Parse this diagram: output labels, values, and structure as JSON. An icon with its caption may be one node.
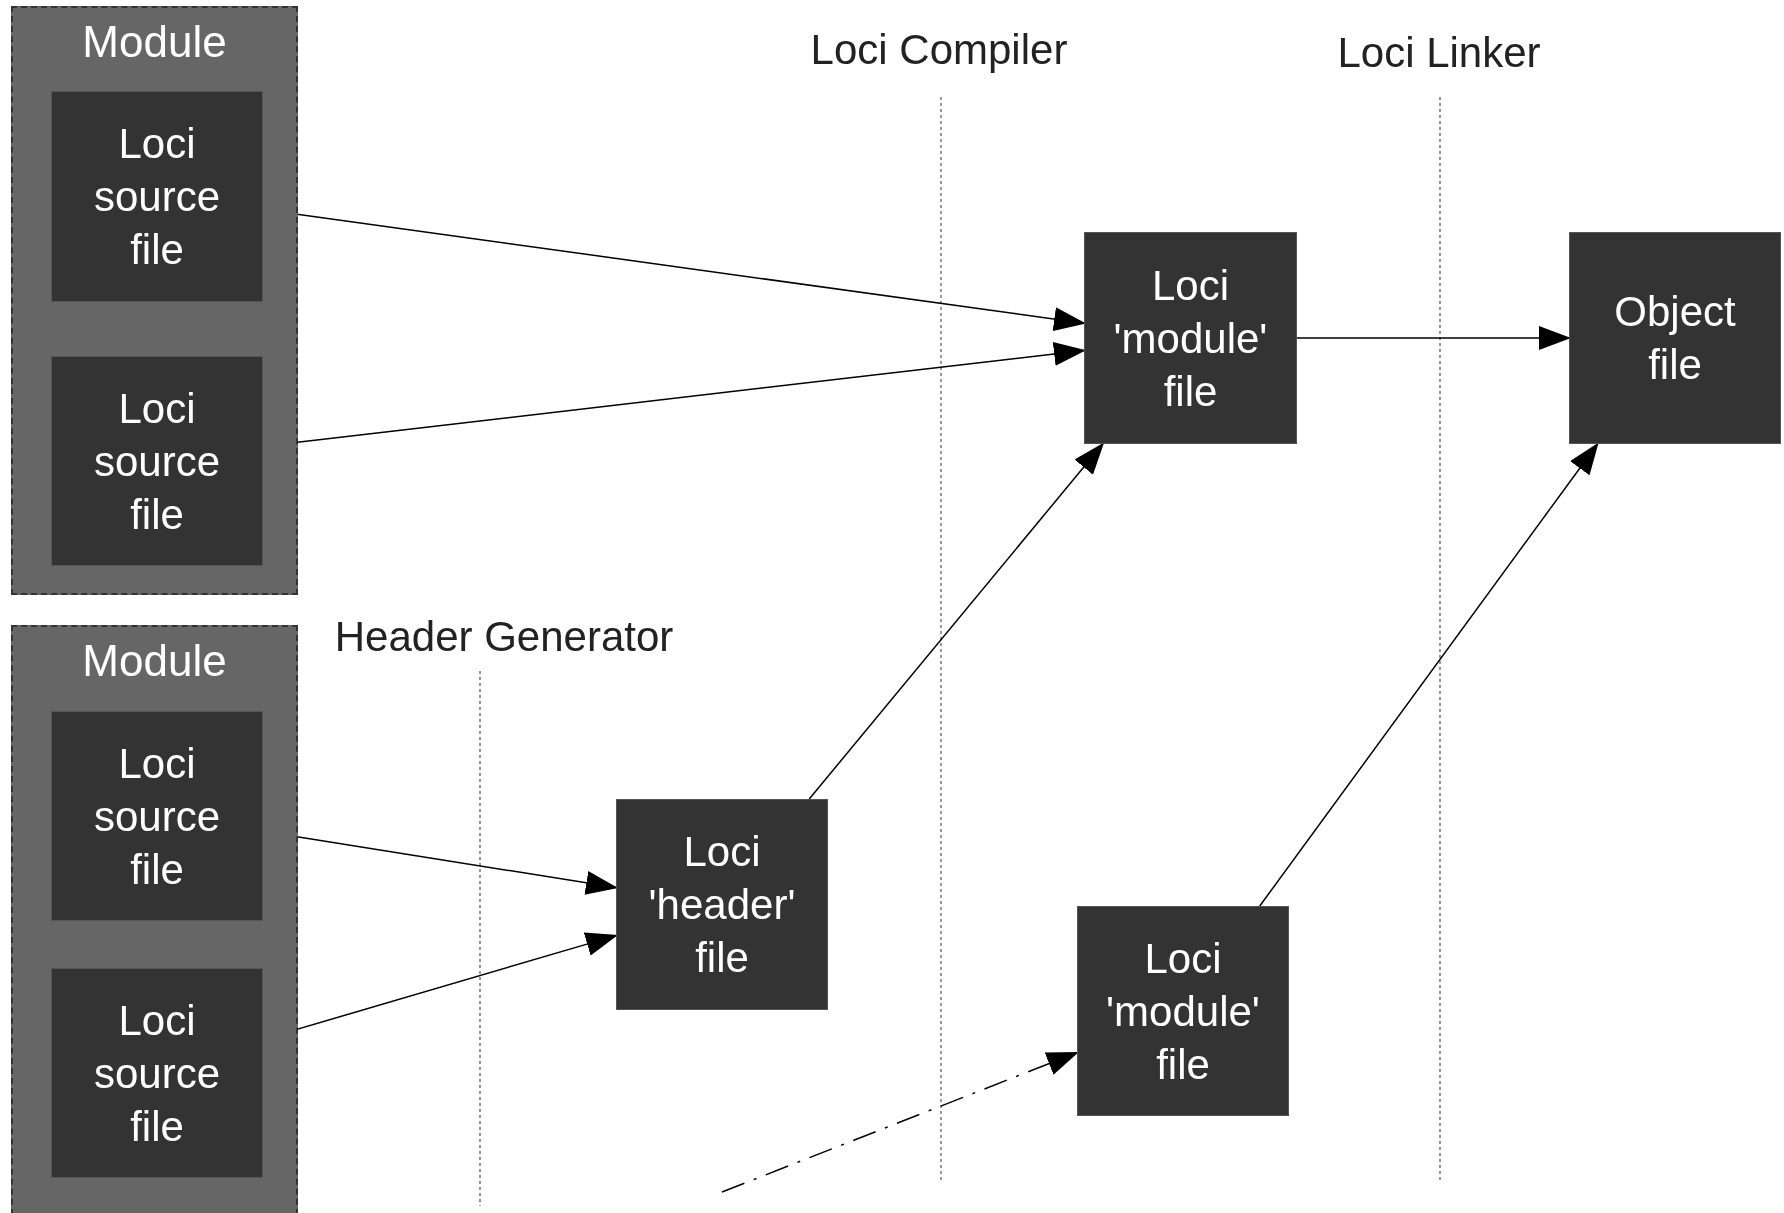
{
  "diagram": {
    "nodes": [
      {
        "text": [
          "Module"
        ]
      },
      {
        "text": [
          "Loci source file"
        ],
        "in": 0
      },
      {
        "text": [
          "Loci source file"
        ],
        "in": 0
      },
      {
        "text": [
          "Module"
        ]
      },
      {
        "text": [
          "Loci source file"
        ],
        "in": 3
      },
      {
        "text": [
          "Loci source file"
        ],
        "in": 3
      },
      {
        "text": [
          "Loci 'header' file"
        ]
      },
      {
        "text": [
          "Loci 'module' file"
        ]
      },
      {
        "text": [
          "Loci 'module' file"
        ]
      },
      {
        "text": [
          "Object file"
        ]
      }
    ],
    "edges": [
      {
        "from": 1,
        "to": 7,
        "arrow": "to"
      },
      {
        "from": 2,
        "to": 7,
        "arrow": "to"
      },
      {
        "from": 4,
        "to": 6,
        "arrow": "to"
      },
      {
        "from": 5,
        "to": 6,
        "arrow": "to"
      },
      {
        "from": 6,
        "to": 7,
        "arrow": "to"
      },
      {
        "from": 7,
        "to": 9,
        "arrow": "to"
      },
      {
        "from": null,
        "to": 8,
        "arrow": "to",
        "style": "dashed"
      },
      {
        "from": 8,
        "to": 9,
        "arrow": "to"
      }
    ],
    "labels": [
      "Loci Compiler",
      "Loci Linker",
      "Header Generator"
    ]
  }
}
